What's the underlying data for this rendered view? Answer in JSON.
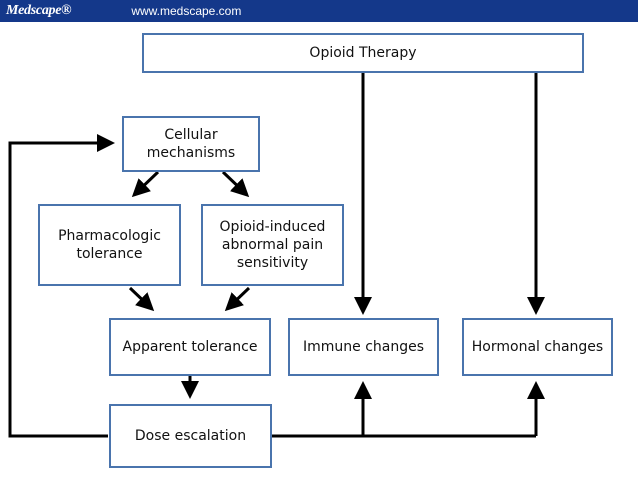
{
  "header": {
    "logo": "Medscape®",
    "url": "www.medscape.com"
  },
  "diagram": {
    "colors": {
      "box_border": "#4a74ad",
      "arrow": "#000000",
      "header_bg": "#14388a"
    },
    "nodes": {
      "opioid_therapy": "Opioid Therapy",
      "cellular_mechanisms": "Cellular\nmechanisms",
      "pharmacologic_tolerance": "Pharmacologic\ntolerance",
      "oiaps": "Opioid-induced\nabnormal pain\nsensitivity",
      "apparent_tolerance": "Apparent tolerance",
      "immune_changes": "Immune changes",
      "hormonal_changes": "Hormonal changes",
      "dose_escalation": "Dose escalation"
    },
    "edges": [
      [
        "opioid_therapy",
        "immune_changes"
      ],
      [
        "opioid_therapy",
        "hormonal_changes"
      ],
      [
        "cellular_mechanisms",
        "pharmacologic_tolerance"
      ],
      [
        "cellular_mechanisms",
        "oiaps"
      ],
      [
        "pharmacologic_tolerance",
        "apparent_tolerance"
      ],
      [
        "oiaps",
        "apparent_tolerance"
      ],
      [
        "apparent_tolerance",
        "dose_escalation"
      ],
      [
        "dose_escalation",
        "immune_changes"
      ],
      [
        "dose_escalation",
        "hormonal_changes"
      ],
      [
        "dose_escalation",
        "cellular_mechanisms"
      ]
    ]
  }
}
